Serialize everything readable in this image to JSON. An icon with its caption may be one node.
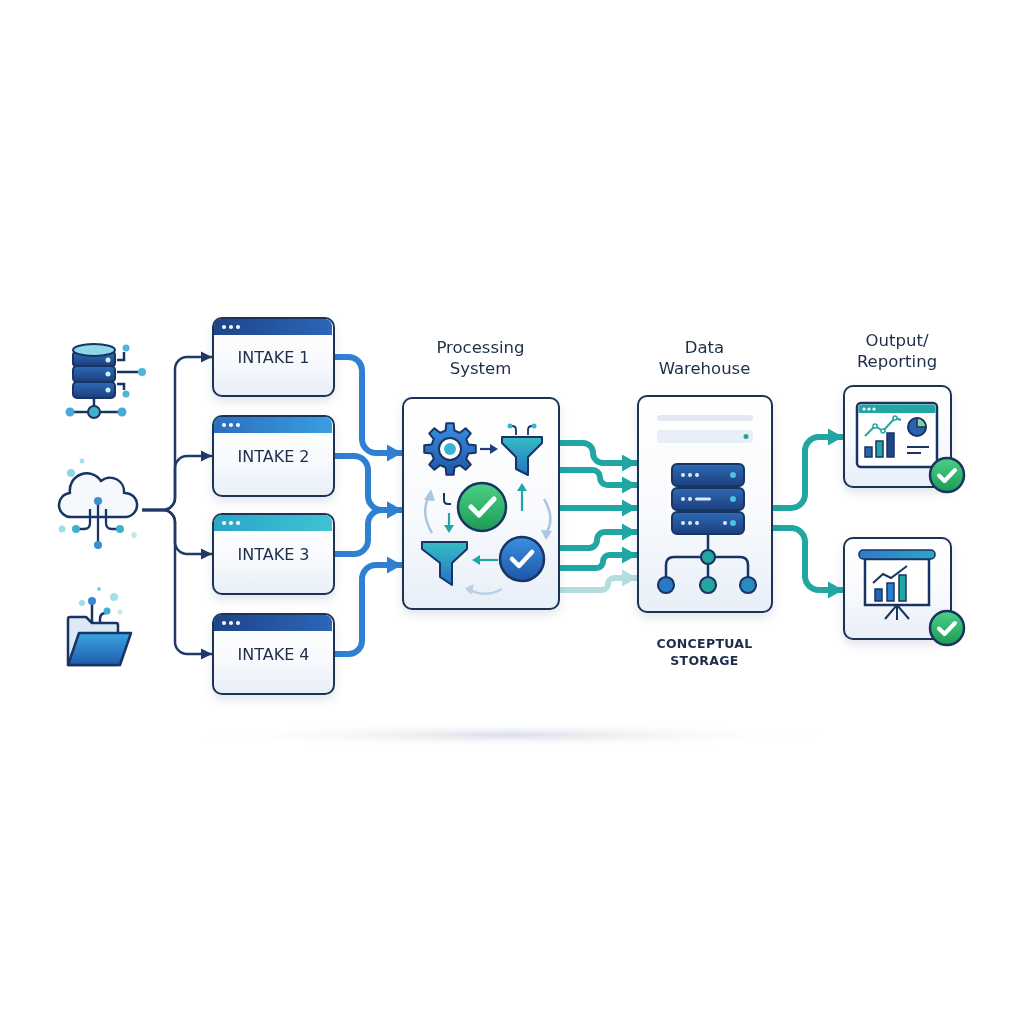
{
  "diagram": {
    "nodes": [
      {
        "text": [],
        "shape": "cloud"
      },
      {
        "text": [
          "INTAKE 1"
        ]
      },
      {
        "text": [
          "INTAKE 2"
        ]
      },
      {
        "text": [
          "INTAKE 3"
        ]
      },
      {
        "text": [
          "INTAKE 4"
        ]
      },
      {
        "text": [
          "Processing System"
        ]
      },
      {
        "text": [
          "Data Warehouse"
        ],
        "beside": [
          "CONCEPTUAL STORAGE"
        ]
      },
      {
        "text": [],
        "shape": "picture"
      },
      {
        "text": [],
        "shape": "picture"
      }
    ],
    "edges": [
      {
        "from": 0,
        "to": 1,
        "arrow": "to",
        "color": "#1f3a66"
      },
      {
        "from": 0,
        "to": 2,
        "arrow": "to",
        "color": "#1f3a66"
      },
      {
        "from": 0,
        "to": 3,
        "arrow": "to",
        "color": "#1f3a66"
      },
      {
        "from": 0,
        "to": 4,
        "arrow": "to",
        "color": "#1f3a66"
      },
      {
        "from": 1,
        "to": 5,
        "arrow": "to",
        "color": "#2f80d2"
      },
      {
        "from": 2,
        "to": 5,
        "arrow": "to",
        "color": "#2f80d2"
      },
      {
        "from": 3,
        "to": 5,
        "arrow": "to",
        "color": "#2f80d2"
      },
      {
        "from": 4,
        "to": 5,
        "arrow": "to",
        "color": "#2f80d2"
      },
      {
        "from": 5,
        "to": 6,
        "arrow": "to"
      },
      {
        "from": 5,
        "to": 6,
        "arrow": "to"
      },
      {
        "from": 5,
        "to": 6,
        "arrow": "to"
      },
      {
        "from": 5,
        "to": 6,
        "arrow": "to"
      },
      {
        "from": 5,
        "to": 6,
        "arrow": "to"
      },
      {
        "from": 5,
        "to": 6,
        "arrow": "to",
        "color": "#b4dde1"
      },
      {
        "from": 6,
        "to": 7,
        "arrow": "to"
      },
      {
        "from": 6,
        "to": 8,
        "arrow": "to"
      }
    ],
    "labels": [
      "Output/ Reporting"
    ]
  }
}
